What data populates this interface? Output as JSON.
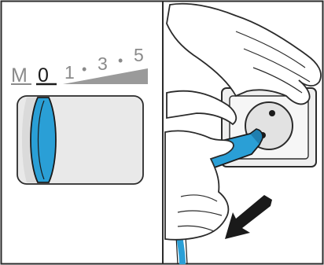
{
  "left_panel": {
    "scale_labels": {
      "m": "M",
      "zero": "0",
      "one": "1",
      "dot_1": "•",
      "three": "3",
      "dot_2": "•",
      "five": "5"
    }
  },
  "colors": {
    "knob_blue": "#2a9fd6",
    "outline": "#2b2b2b",
    "scale_grey": "#8a8a8a",
    "wedge_grey": "#9a9a9a"
  },
  "right_panel": {
    "illustration": "unplugging-mains-plug"
  }
}
